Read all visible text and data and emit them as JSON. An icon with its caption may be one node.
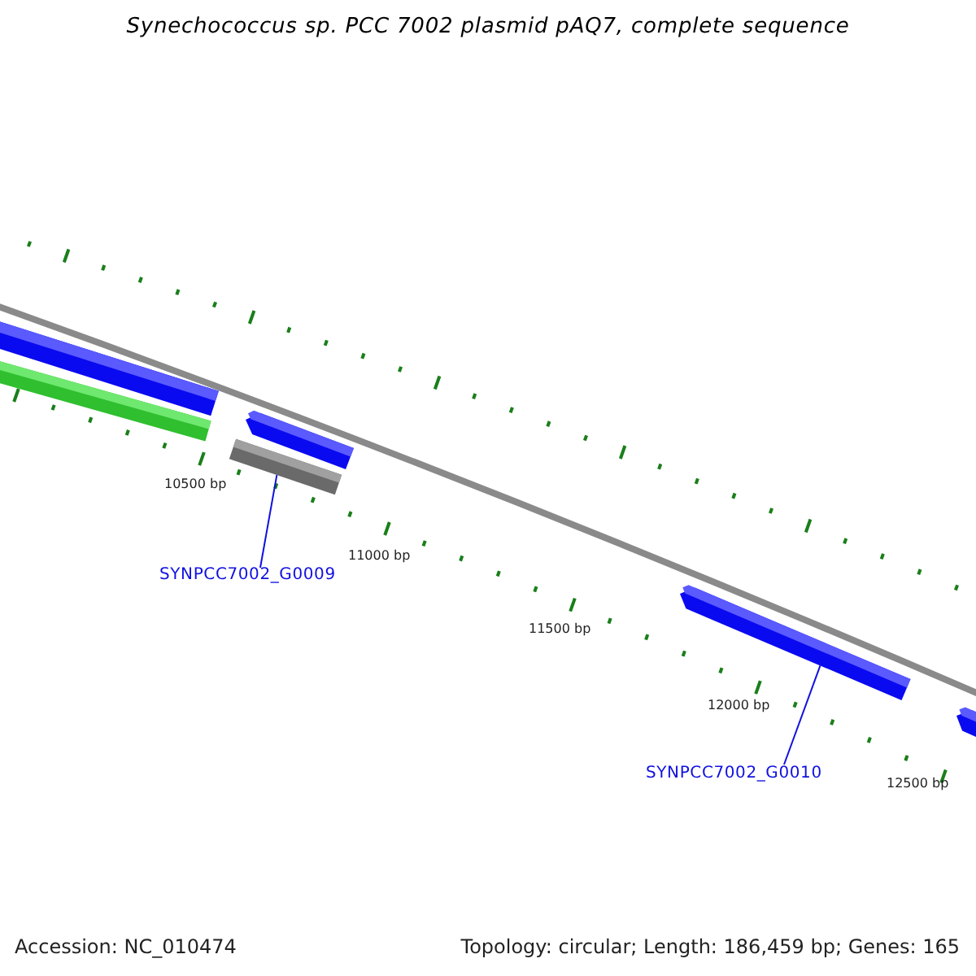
{
  "diagram": {
    "title": "Synechococcus sp. PCC 7002 plasmid pAQ7, complete sequence",
    "nodes": [
      {
        "text": [],
        "shape": "bar"
      },
      {
        "text": [],
        "shape": "bar"
      },
      {
        "text": [],
        "shape": "bar"
      },
      {
        "text": [],
        "shape": "bar"
      },
      {
        "text": [
          "SYNPCC7002_G0009"
        ]
      },
      {
        "text": [],
        "shape": "bar"
      },
      {
        "text": [
          "SYNPCC7002_G0010"
        ]
      },
      {
        "text": [],
        "shape": "bar"
      }
    ],
    "edges": [
      {
        "from": 4,
        "to": 3,
        "arrow": "none"
      },
      {
        "from": 6,
        "to": 5,
        "arrow": "none"
      }
    ],
    "labels": [
      "10500 bp",
      "11000 bp",
      "11500 bp",
      "12000 bp",
      "12500 bp",
      "Accession: NC_010474",
      "Topology: circular; Length: 186,459 bp; Genes: 165"
    ]
  }
}
